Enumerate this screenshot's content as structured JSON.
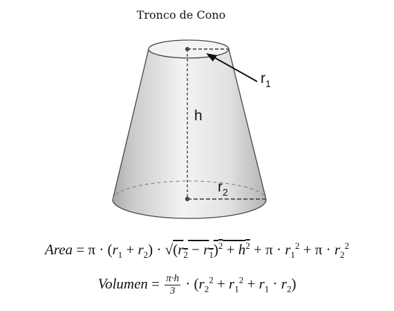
{
  "title": "Tronco de Cono",
  "labels": {
    "h": "h",
    "r1": "r",
    "r1_sub": "1",
    "r2": "r",
    "r2_sub": "2"
  },
  "formulas": {
    "area_lhs": "Area",
    "volumen_lhs": "Volumen",
    "frac_num": "π·h",
    "frac_den": "3"
  },
  "colors": {
    "body_light": "#f4f4f4",
    "body_dark": "#a8a8a8",
    "line": "#333333"
  }
}
